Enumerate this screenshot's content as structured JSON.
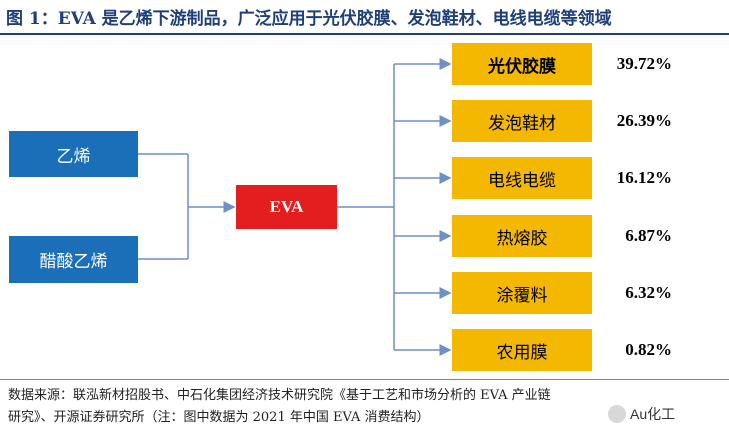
{
  "title": "图 1：EVA 是乙烯下游制品，广泛应用于光伏胶膜、发泡鞋材、电线电缆等领域",
  "inputs": [
    {
      "label": "乙烯"
    },
    {
      "label": "醋酸乙烯"
    }
  ],
  "center": {
    "label": "EVA"
  },
  "outputs": [
    {
      "label": "光伏胶膜",
      "pct": "39.72%"
    },
    {
      "label": "发泡鞋材",
      "pct": "26.39%"
    },
    {
      "label": "电线电缆",
      "pct": "16.12%"
    },
    {
      "label": "热熔胶",
      "pct": "6.87%"
    },
    {
      "label": "涂覆料",
      "pct": "6.32%"
    },
    {
      "label": "农用膜",
      "pct": "0.82%"
    }
  ],
  "source": {
    "line1": "数据来源：联泓新材招股书、中石化集团经济技术研究院《基于工艺和市场分析的 EVA 产业链",
    "line2": "研究》、开源证券研究所（注：图中数据为 2021 年中国 EVA 消费结构）"
  },
  "watermark": "Au化工",
  "colors": {
    "title": "#1f3f7a",
    "input_box": "#1b6fb8",
    "center_box": "#e41e1e",
    "output_box": "#f5b800",
    "connector": "#6f8fc7"
  }
}
